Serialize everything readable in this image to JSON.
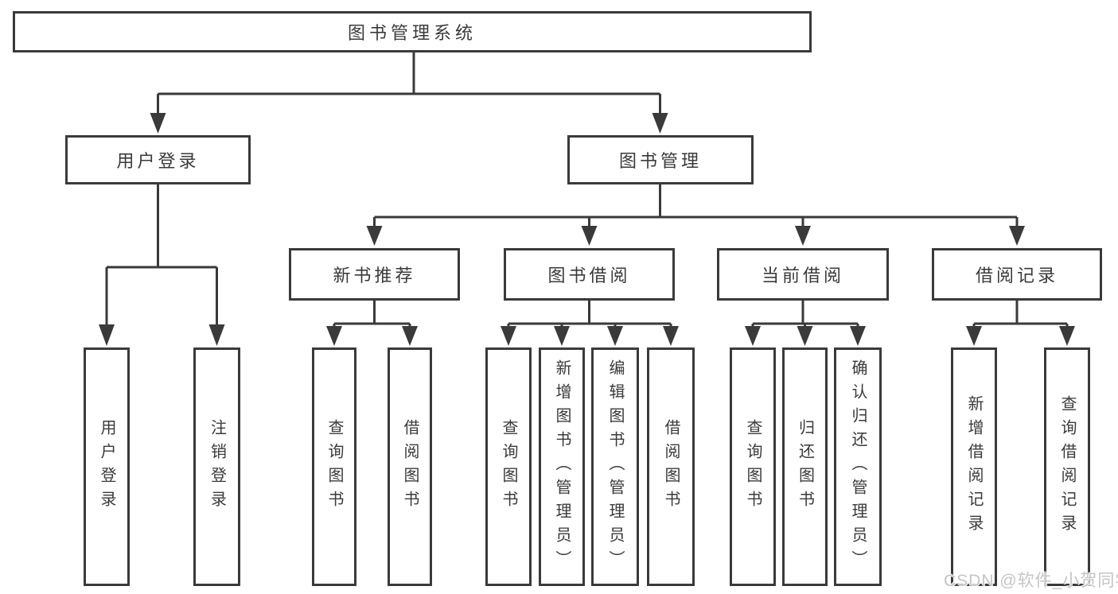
{
  "diagram": {
    "root": {
      "label": "图书管理系统"
    },
    "user_login": {
      "label": "用户登录",
      "children": [
        {
          "label": "用户登录"
        },
        {
          "label": "注销登录"
        }
      ]
    },
    "book_management": {
      "label": "图书管理",
      "sections": [
        {
          "label": "新书推荐",
          "children": [
            {
              "label": "查询图书"
            },
            {
              "label": "借阅图书"
            }
          ]
        },
        {
          "label": "图书借阅",
          "children": [
            {
              "label": "查询图书"
            },
            {
              "label": "新增图书（管理员）"
            },
            {
              "label": "编辑图书（管理员）"
            },
            {
              "label": "借阅图书"
            }
          ]
        },
        {
          "label": "当前借阅",
          "children": [
            {
              "label": "查询图书"
            },
            {
              "label": "归还图书"
            },
            {
              "label": "确认归还（管理员）"
            }
          ]
        },
        {
          "label": "借阅记录",
          "children": [
            {
              "label": "新增借阅记录"
            },
            {
              "label": "查询借阅记录"
            }
          ]
        }
      ]
    }
  },
  "watermark": {
    "text": "CSDN @软件_小贺同学"
  },
  "colors": {
    "line": "#3a3a3a",
    "box_border": "#3a3a3a",
    "text": "#3a3a3a",
    "watermark": "#c5c5c5",
    "background": "#ffffff"
  }
}
